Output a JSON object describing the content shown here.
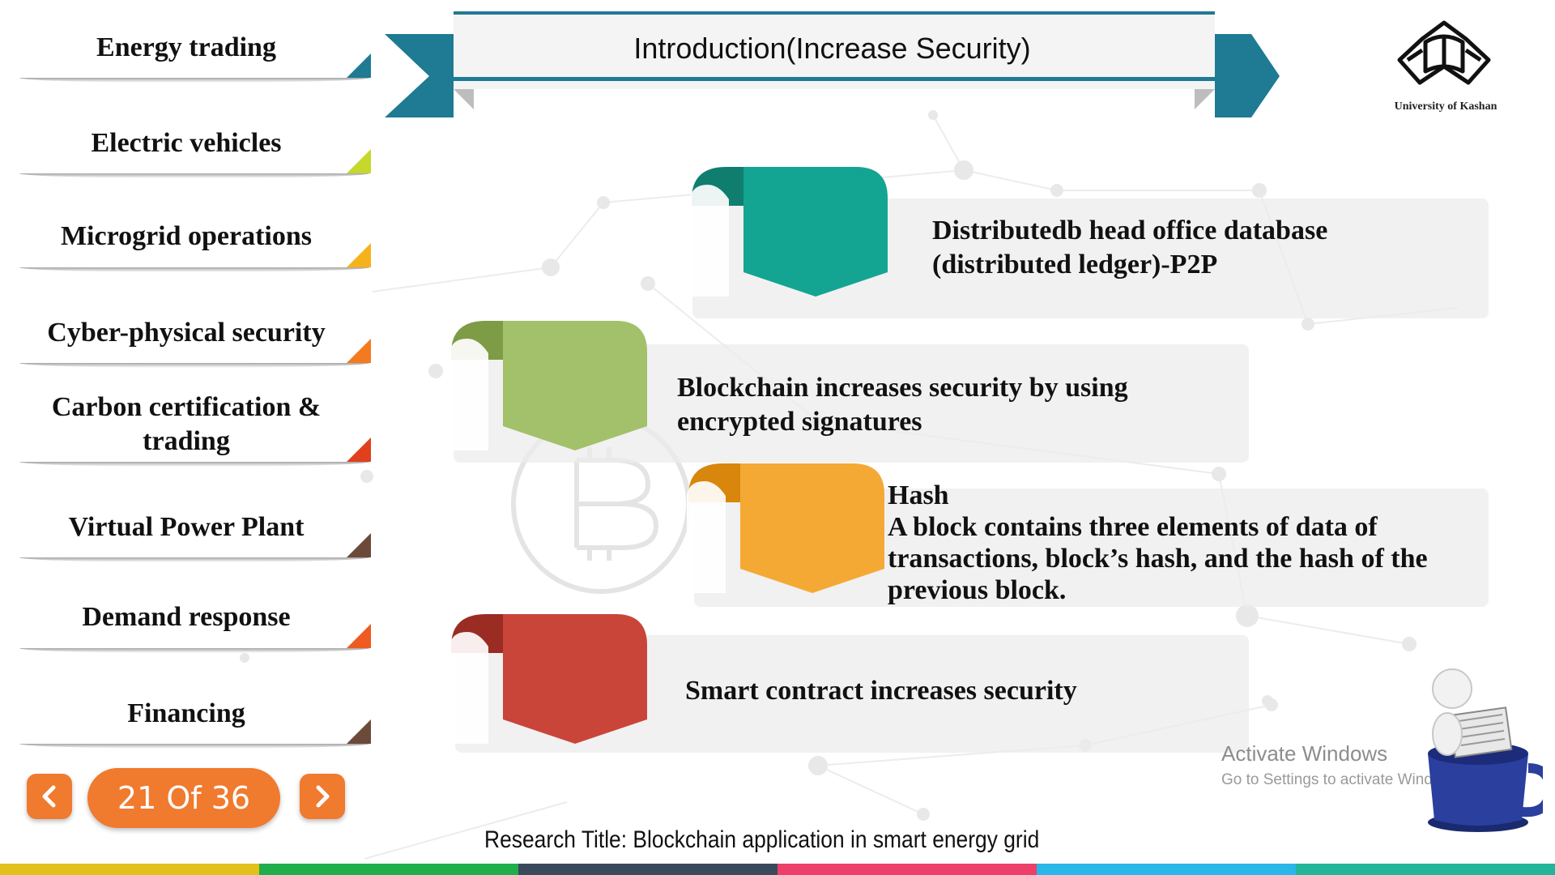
{
  "sidebar": {
    "items": [
      {
        "label": "Energy trading",
        "accent": "#1f7a94"
      },
      {
        "label": "Electric vehicles",
        "accent": "#c5d82b"
      },
      {
        "label": "Microgrid operations",
        "accent": "#f5b21a"
      },
      {
        "label": "Cyber-physical security",
        "accent": "#f47a20"
      },
      {
        "label": "Carbon certification &",
        "label2": "trading",
        "accent": "#e0401c"
      },
      {
        "label": "Virtual Power Plant",
        "accent": "#6b4a3a"
      },
      {
        "label": "Demand response",
        "accent": "#ee5a1f"
      },
      {
        "label": "Financing",
        "accent": "#6b4a3a"
      }
    ]
  },
  "nav": {
    "prev_icon": "chevron-left-icon",
    "next_icon": "chevron-right-icon",
    "page_counter": "21 Of 36",
    "color": "#f07a2e"
  },
  "header": {
    "title": "Introduction(Increase Security)",
    "ribbon_color": "#1f7a94"
  },
  "logo": {
    "caption": "University of Kashan"
  },
  "cards": [
    {
      "line1": "Distributedb head office database",
      "line2": "(distributed ledger)-P2P",
      "color": "#13a591",
      "dark": "#0f7e6f"
    },
    {
      "line1": "Blockchain increases security by using",
      "line2": "encrypted signatures",
      "color": "#a3c06b",
      "dark": "#7e9b45"
    },
    {
      "line1": "Hash",
      "line2": "A block contains three elements of data of",
      "line3": "transactions, block’s hash, and the hash of the",
      "line4": "previous block.",
      "color": "#f5a935",
      "dark": "#d8860c"
    },
    {
      "line1": "Smart contract increases security",
      "color": "#c9453a",
      "dark": "#9a2c23"
    }
  ],
  "footer": {
    "research_title": "Research Title: Blockchain application in smart energy grid",
    "colors": [
      "#e2c11a",
      "#1fae4b",
      "#3a4a5c",
      "#ec3f6a",
      "#29b6e8",
      "#22b59a"
    ]
  },
  "watermark": {
    "title": "Activate Windows",
    "subtitle": "Go to Settings to activate Windows."
  }
}
